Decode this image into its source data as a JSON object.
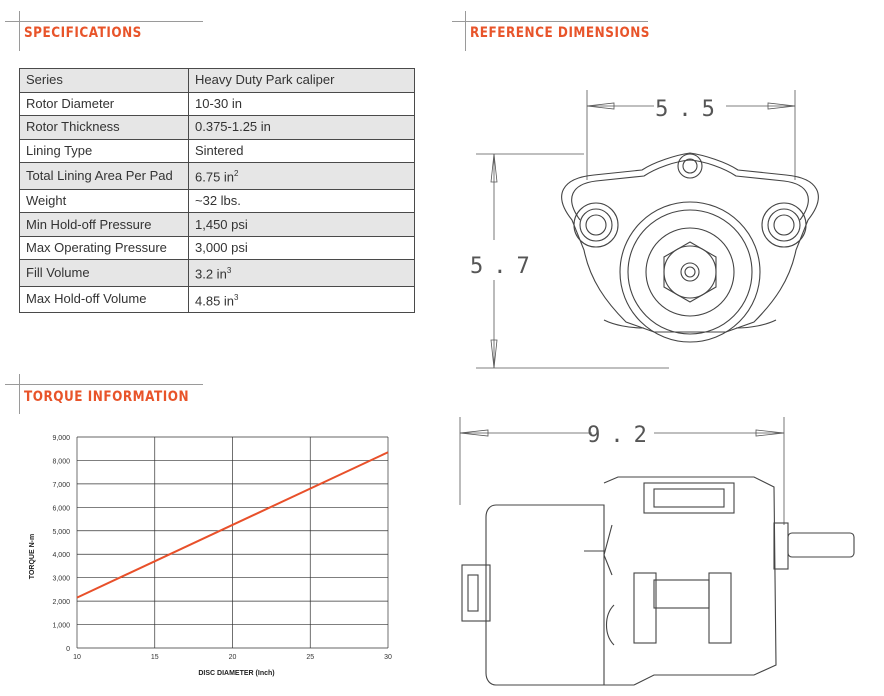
{
  "specifications": {
    "title": "SPECIFICATIONS",
    "rows": [
      {
        "label": "Series",
        "value": "Heavy Duty Park caliper",
        "sup": ""
      },
      {
        "label": "Rotor Diameter",
        "value": "10-30 in",
        "sup": ""
      },
      {
        "label": "Rotor Thickness",
        "value": "0.375-1.25 in",
        "sup": ""
      },
      {
        "label": "Lining Type",
        "value": "Sintered",
        "sup": ""
      },
      {
        "label": "Total Lining Area Per Pad",
        "value": "6.75 in",
        "sup": "2"
      },
      {
        "label": "Weight",
        "value": "~32 lbs.",
        "sup": ""
      },
      {
        "label": "Min Hold-off Pressure",
        "value": "1,450 psi",
        "sup": ""
      },
      {
        "label": "Max Operating Pressure",
        "value": "3,000 psi",
        "sup": ""
      },
      {
        "label": "Fill Volume",
        "value": "3.2 in",
        "sup": "3"
      },
      {
        "label": "Max Hold-off Volume",
        "value": "4.85 in",
        "sup": "3"
      }
    ]
  },
  "reference_dimensions": {
    "title": "REFERENCE DIMENSIONS",
    "width_label": "5.5",
    "height_label": "5.7",
    "length_label": "9.2"
  },
  "torque_information": {
    "title": "TORQUE INFORMATION"
  },
  "chart_data": {
    "type": "line",
    "title": "",
    "xlabel": "DISC DIAMETER (Inch)",
    "ylabel": "TORQUE N-m",
    "xlim": [
      10,
      30
    ],
    "ylim": [
      0,
      9000
    ],
    "x_ticks": [
      10,
      15,
      20,
      25,
      30
    ],
    "y_ticks": [
      0,
      1000,
      2000,
      3000,
      4000,
      5000,
      6000,
      7000,
      8000,
      9000
    ],
    "y_tick_labels": [
      "0",
      "1,000",
      "2,000",
      "3,000",
      "4,000",
      "5,000",
      "6,000",
      "7,000",
      "8,000",
      "9,000"
    ],
    "grid": true,
    "line_color": "#e8502a",
    "series": [
      {
        "name": "",
        "x": [
          10,
          30
        ],
        "y": [
          2150,
          8350
        ]
      }
    ]
  },
  "colors": {
    "accent": "#e8542a",
    "table_shade": "#e6e6e6"
  }
}
